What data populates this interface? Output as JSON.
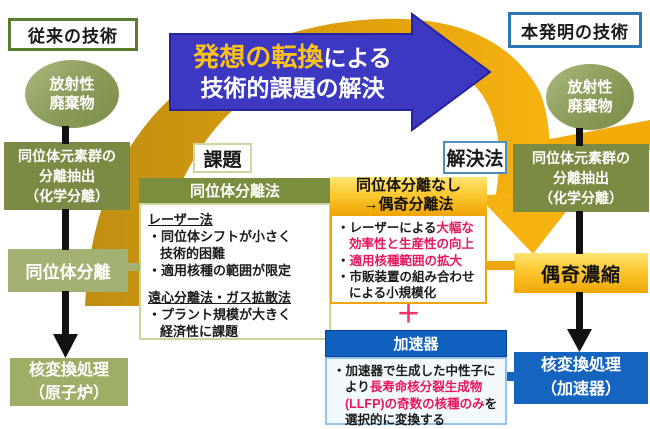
{
  "labels": {
    "conventional": "従来の技術",
    "invention": "本発明の技術"
  },
  "banner": {
    "highlight": "発想の転換",
    "suffix": "による",
    "line2": "技術的課題の解決"
  },
  "left_flow": {
    "ellipse_line1": "放射性",
    "ellipse_line2": "廃棄物",
    "box1_line1": "同位体元素群の",
    "box1_line2": "分離抽出",
    "box1_line3": "（化学分離）",
    "box2": "同位体分離",
    "box3_line1": "核変換処理",
    "box3_line2": "（原子炉）"
  },
  "right_flow": {
    "ellipse_line1": "放射性",
    "ellipse_line2": "廃棄物",
    "box1_line1": "同位体元素群の",
    "box1_line2": "分離抽出",
    "box1_line3": "（化学分離）",
    "box2": "偶奇濃縮",
    "box3_line1": "核変換処理",
    "box3_line2": "（加速器）"
  },
  "issue": {
    "label": "課題",
    "header": "同位体分離法",
    "lines": [
      {
        "text": "レーザー法"
      },
      {
        "text": "・同位体シフトが小さく"
      },
      {
        "text": "技術的困難"
      },
      {
        "text": "・適用核種の範囲が限定"
      },
      {
        "text": "遠心分離法・ガス拡散法"
      },
      {
        "text": "・プラント規模が大きく"
      },
      {
        "text": "経済性に課題"
      }
    ]
  },
  "solution": {
    "label": "解決法",
    "header_line1": "同位体分離なし",
    "header_line2": "→偶奇分離法",
    "lines": {
      "l1_black": "・レーザーによる",
      "l1_red": "大幅な",
      "l2_red": "効率性と生産性の向上",
      "l3_black": "・",
      "l3_red": "適用核種範囲の拡大",
      "l4_black": "・市販装置の組み合わせ",
      "l5_black": "による小規模化"
    },
    "plus": "＋"
  },
  "accelerator": {
    "header": "加速器",
    "lines": {
      "l1": "・加速器で生成した中性子に",
      "l2_black": "より",
      "l2_red": "長寿命核分裂生成物",
      "l3_red": "(LLFP)の奇数の核種のみ",
      "l3_black": "を",
      "l4": "選択的に変換する"
    }
  },
  "colors": {
    "accent_red": "#e8175f",
    "banner_blue": "#3c38c2",
    "banner_highlight_gold": "#fdc21a",
    "flow_blue": "#1565c0",
    "olive_green": "#7b8b43",
    "light_olive": "#a3b173",
    "swoosh_gold": "#f2a90a",
    "gold_box_top": "#ffe473",
    "gold_box_bottom": "#f0a707"
  }
}
